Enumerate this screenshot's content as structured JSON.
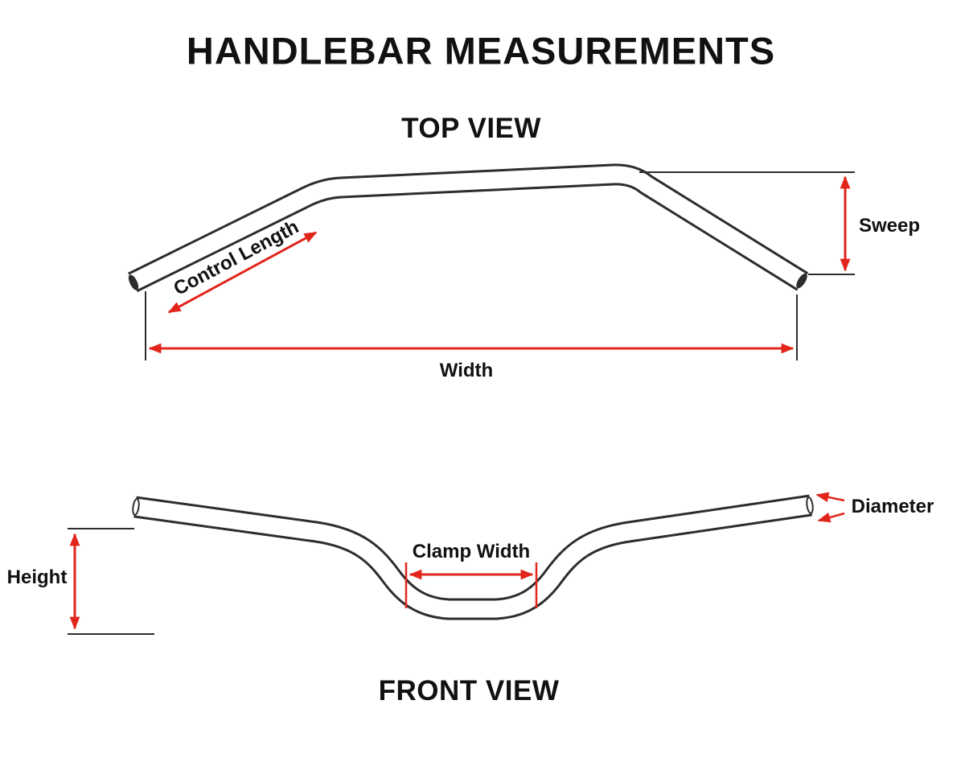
{
  "title": "HANDLEBAR MEASUREMENTS",
  "colors": {
    "line": "#2d2d2d",
    "arrow": "#e1251b",
    "text": "#111111"
  },
  "top_view": {
    "label": "TOP VIEW",
    "measurements": {
      "control_length": "Control Length",
      "sweep": "Sweep",
      "width": "Width"
    }
  },
  "front_view": {
    "label": "FRONT VIEW",
    "measurements": {
      "clamp_width": "Clamp Width",
      "height": "Height",
      "diameter": "Diameter"
    }
  }
}
